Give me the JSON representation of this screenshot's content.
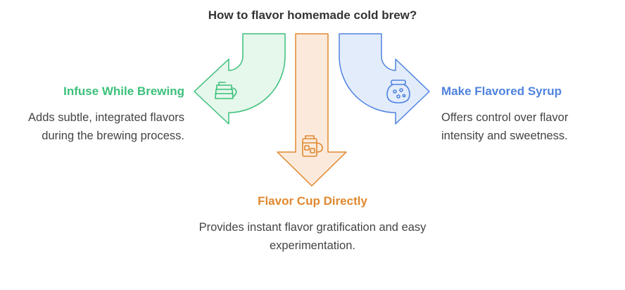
{
  "title": "How to flavor homemade cold brew?",
  "colors": {
    "left": "#3cc07a",
    "left_fill": "#e6f7ec",
    "middle": "#e0882f",
    "middle_fill": "#fbeadb",
    "right": "#4f83e0",
    "right_fill": "#e3ecfb"
  },
  "options": {
    "left": {
      "heading": "Infuse While Brewing",
      "description": "Adds subtle, integrated flavors during the brewing process.",
      "icon": "cold-brew-pitcher-icon"
    },
    "middle": {
      "heading": "Flavor Cup Directly",
      "description": "Provides instant flavor gratification and easy experimentation.",
      "icon": "iced-coffee-mug-icon"
    },
    "right": {
      "heading": "Make Flavored Syrup",
      "description": "Offers control over flavor intensity and sweetness.",
      "icon": "syrup-jar-icon"
    }
  }
}
